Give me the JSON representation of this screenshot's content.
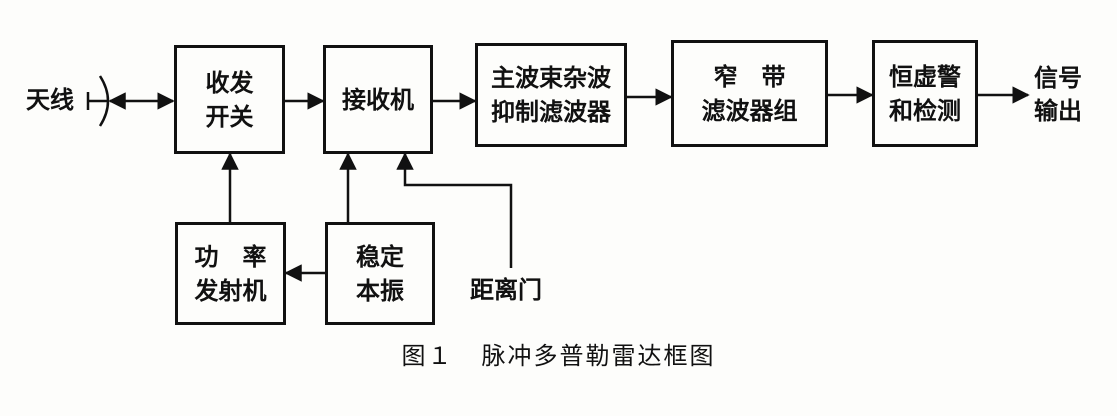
{
  "blocks": {
    "duplexer": {
      "lines": [
        "收发",
        "开关"
      ]
    },
    "receiver": {
      "lines": [
        "接收机"
      ]
    },
    "clutter_filter": {
      "lines": [
        "主波束杂波",
        "抑制滤波器"
      ]
    },
    "narrowband": {
      "lines": [
        "窄　带",
        "滤波器组"
      ]
    },
    "cfar": {
      "lines": [
        "恒虚警",
        "和检测"
      ]
    },
    "transmitter": {
      "lines": [
        "功　率",
        "发射机"
      ]
    },
    "stalo": {
      "lines": [
        "稳定",
        "本振"
      ]
    }
  },
  "labels": {
    "antenna": "天线",
    "output_line1": "信号",
    "output_line2": "输出",
    "range_gate": "距离门"
  },
  "caption": {
    "figure_no": "图１",
    "title": "脉冲多普勒雷达框图"
  },
  "colors": {
    "ink": "#111111",
    "paper": "#fdfdfb"
  }
}
